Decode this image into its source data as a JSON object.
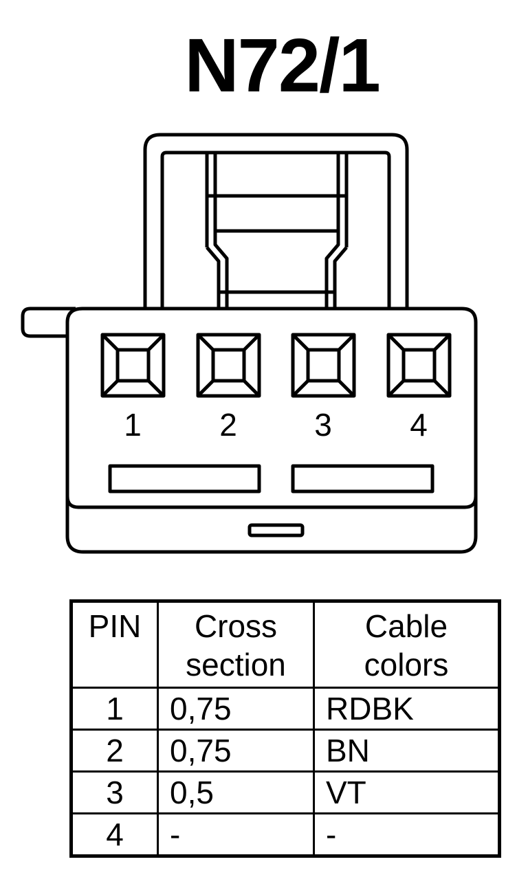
{
  "title": "N72/1",
  "connector": {
    "pins": [
      {
        "label": "1"
      },
      {
        "label": "2"
      },
      {
        "label": "3"
      },
      {
        "label": "4"
      }
    ]
  },
  "table": {
    "headers": {
      "pin": "PIN",
      "cross_section_line1": "Cross",
      "cross_section_line2": "section",
      "cable_colors_line1": "Cable",
      "cable_colors_line2": "colors"
    },
    "rows": [
      {
        "pin": "1",
        "cross_section": "0,75",
        "cable_color": "RDBK"
      },
      {
        "pin": "2",
        "cross_section": "0,75",
        "cable_color": "BN"
      },
      {
        "pin": "3",
        "cross_section": "0,5",
        "cable_color": "VT"
      },
      {
        "pin": "4",
        "cross_section": "-",
        "cable_color": "-"
      }
    ]
  }
}
